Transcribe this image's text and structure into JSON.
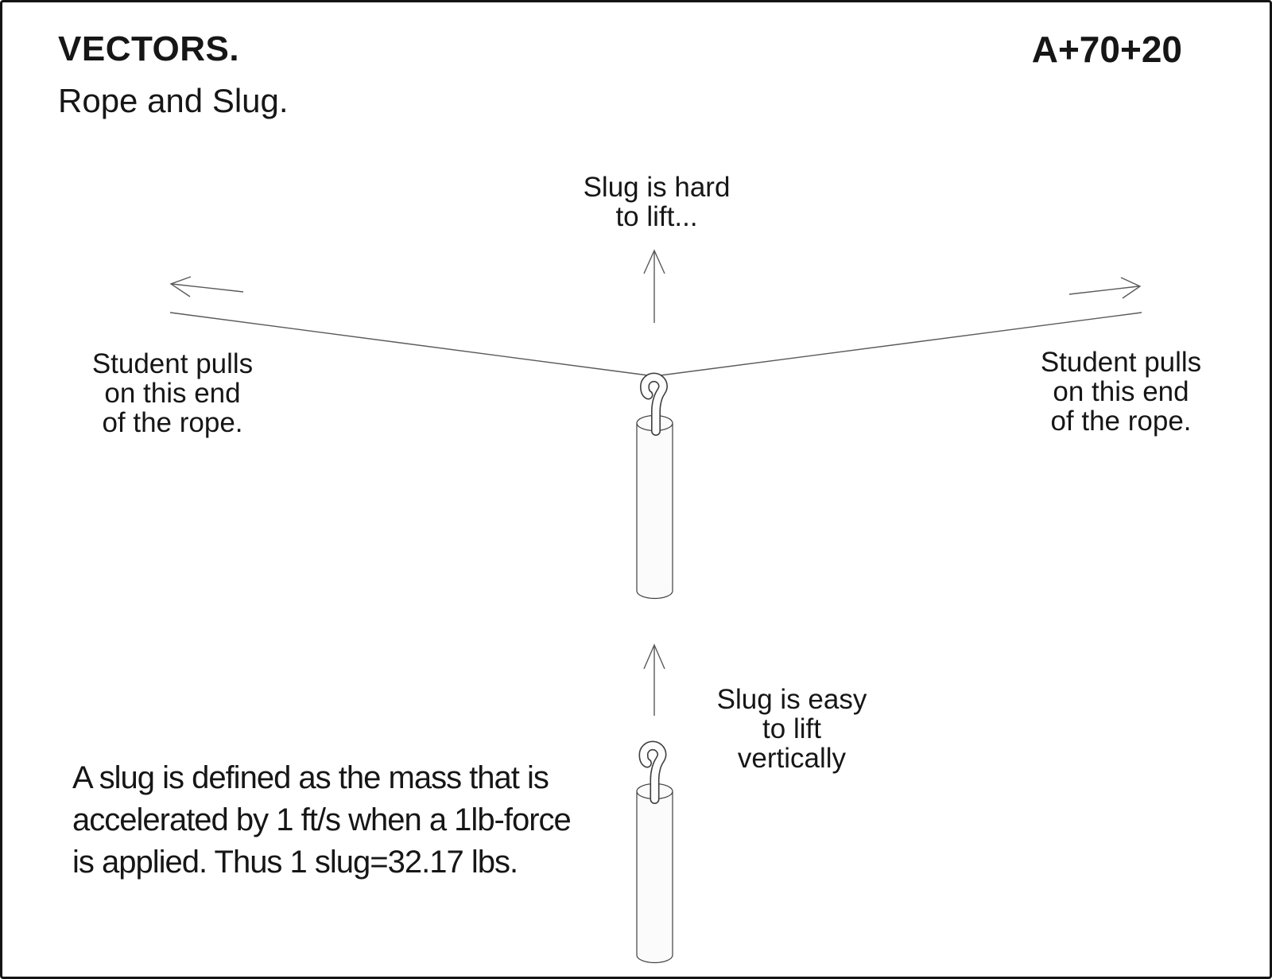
{
  "header": {
    "title": "VECTORS.",
    "subtitle": "Rope and Slug.",
    "code": "A+70+20"
  },
  "labels": {
    "hard_lift": [
      "Slug is hard",
      "to lift..."
    ],
    "student_left": [
      "Student pulls",
      "on this end",
      "of the rope."
    ],
    "student_right": [
      "Student pulls",
      "on this end",
      "of the rope."
    ],
    "easy_lift": [
      "Slug is easy",
      "to lift",
      "vertically"
    ],
    "definition": [
      "A slug is defined as the mass that is",
      "accelerated by 1 ft/s when a 1lb-force",
      "is applied. Thus 1 slug=32.17 lbs."
    ]
  },
  "colors": {
    "ink": "#161616",
    "rope_line": "#5a5a5a",
    "outline": "#3f3f3f",
    "cylinder_fill": "#fbfbfb",
    "background": "#ffffff",
    "border": "#141414"
  }
}
